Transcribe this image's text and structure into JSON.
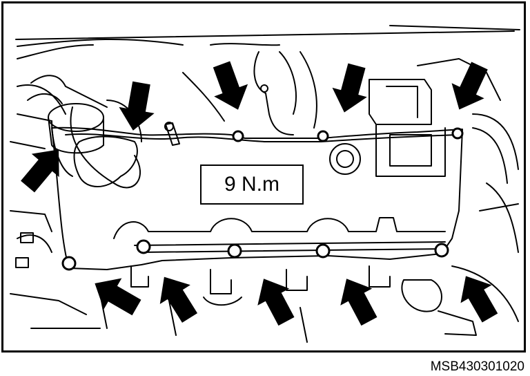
{
  "diagram": {
    "torque_label": "9 N.m",
    "figure_code": "MSB430301020",
    "colors": {
      "line": "#000000",
      "background": "#ffffff"
    },
    "fastener_count": 8
  }
}
